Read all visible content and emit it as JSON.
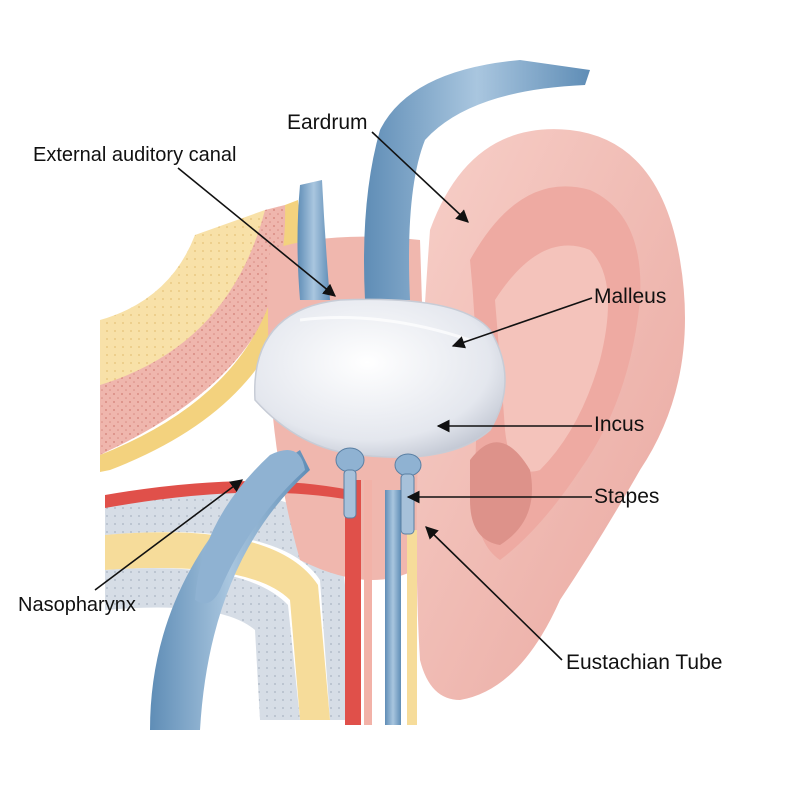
{
  "labels": {
    "eardrum": "Eardrum",
    "external_auditory_canal": "External auditory canal",
    "malleus": "Malleus",
    "incus": "Incus",
    "stapes": "Stapes",
    "nasopharynx": "Nasopharynx",
    "eustachian_tube": "Eustachian Tube"
  },
  "colors": {
    "skin": "#f2b8b0",
    "skin_dark": "#e39a92",
    "tube_blue": "#7aa3c8",
    "tube_blue_dark": "#4f7ea8",
    "bone_yellow": "#f6dc9a",
    "tissue_pink": "#eeb3ad",
    "artery_red": "#e0504a",
    "membrane": "#e6e9ef"
  }
}
